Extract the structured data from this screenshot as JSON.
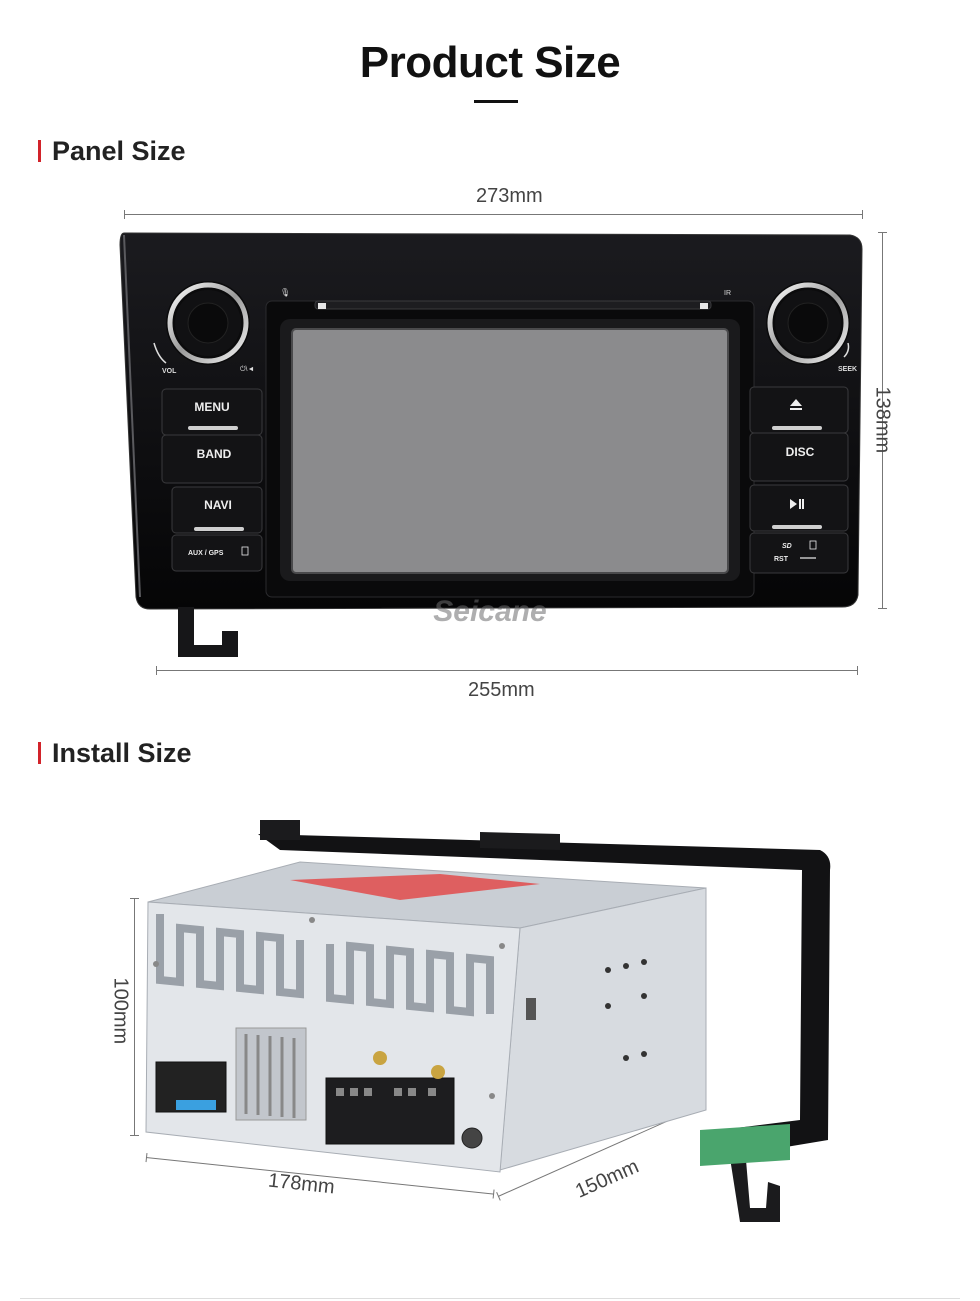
{
  "header": {
    "title": "Product Size"
  },
  "panel": {
    "section_title": "Panel Size",
    "width_top": "273mm",
    "width_bottom": "255mm",
    "height": "138mm",
    "buttons": {
      "menu": "MENU",
      "band": "BAND",
      "navi": "NAVI",
      "aux_gps": "AUX / GPS",
      "disc": "DISC",
      "rst": "RST",
      "vol": "VOL",
      "seek": "SEEK",
      "sd": "SD"
    },
    "watermark": "Seicane"
  },
  "install": {
    "section_title": "Install Size",
    "height": "100mm",
    "width": "178mm",
    "depth": "150mm"
  },
  "colors": {
    "accent": "#d2232a",
    "panel_black": "#0c0c0e",
    "screen_gray": "#8b8b8d"
  }
}
